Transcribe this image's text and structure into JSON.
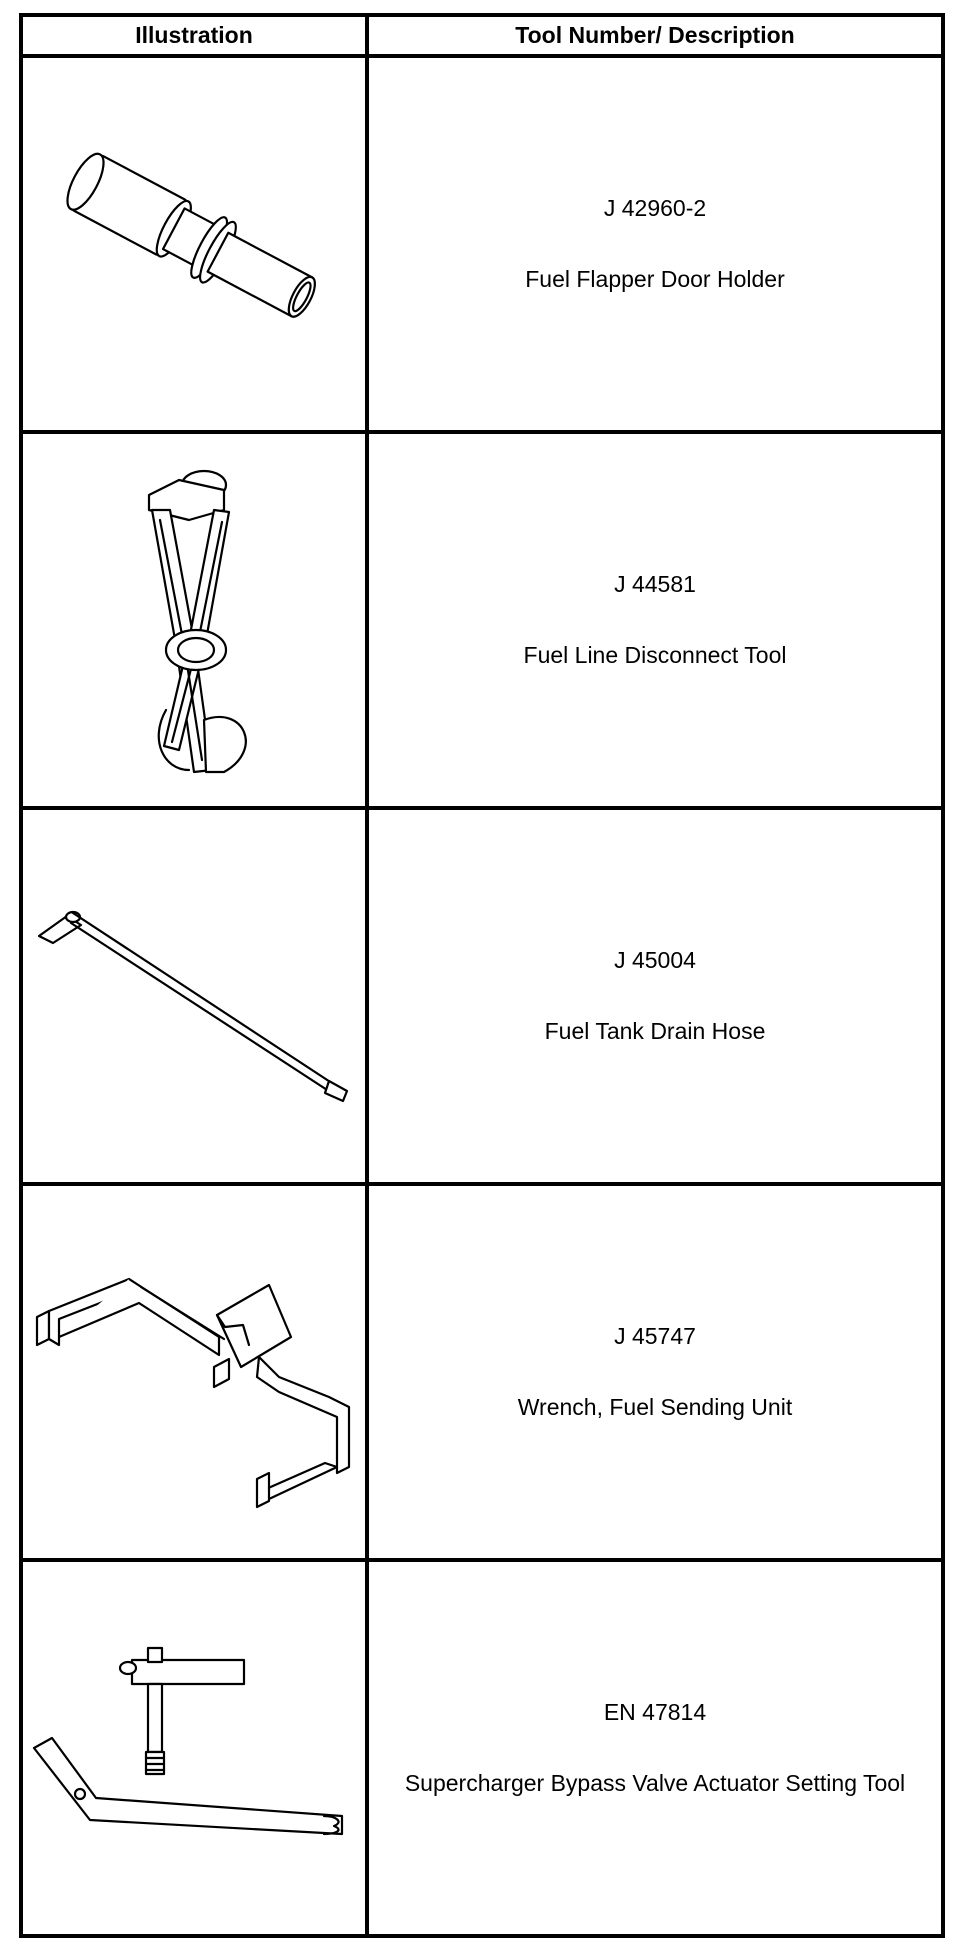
{
  "table": {
    "headers": {
      "illustration": "Illustration",
      "tool": "Tool Number/ Description"
    },
    "rows": [
      {
        "number": "J 42960-2",
        "description": "Fuel Flapper Door Holder",
        "icon": "flapper-door-holder-icon"
      },
      {
        "number": "J 44581",
        "description": "Fuel Line Disconnect Tool",
        "icon": "fuel-line-disconnect-tool-icon"
      },
      {
        "number": "J 45004",
        "description": "Fuel Tank Drain Hose",
        "icon": "drain-hose-icon"
      },
      {
        "number": "J 45747",
        "description": "Wrench, Fuel Sending Unit",
        "icon": "sending-unit-wrench-icon"
      },
      {
        "number": "EN 47814",
        "description": "Supercharger Bypass Valve Actuator Setting Tool",
        "icon": "bypass-valve-setting-tool-icon"
      }
    ]
  }
}
